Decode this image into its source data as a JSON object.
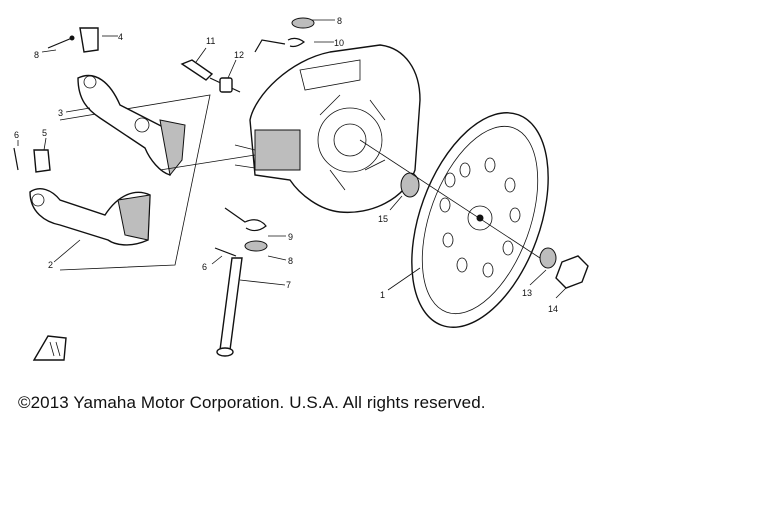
{
  "callouts": [
    "1",
    "2",
    "3",
    "4",
    "5",
    "6",
    "7",
    "8",
    "9",
    "10",
    "11",
    "12",
    "13",
    "14",
    "15"
  ],
  "copyright": "©2013 Yamaha Motor Corporation. U.S.A. All rights reserved."
}
